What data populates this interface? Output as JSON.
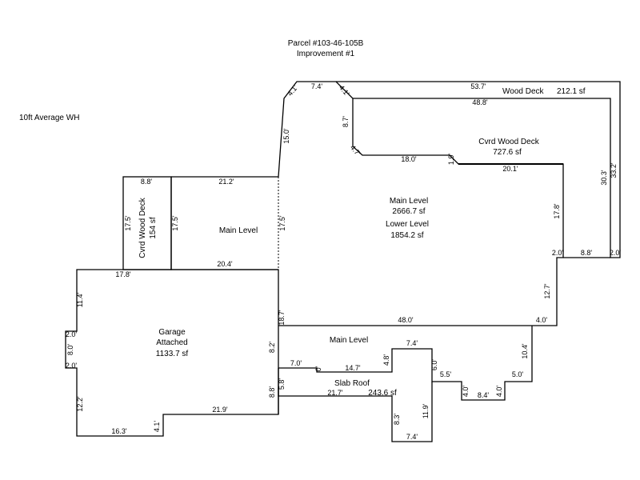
{
  "header": {
    "parcel": "Parcel #103-46-105B",
    "improvement": "Improvement #1"
  },
  "note": "10ft Average WH",
  "areas": {
    "wood_deck": {
      "name": "Wood Deck",
      "size": "212.1 sf"
    },
    "cvrd_wood_deck_right": {
      "name": "Cvrd Wood Deck",
      "size": "727.6 sf"
    },
    "main_level_center": {
      "line1": "Main Level",
      "line2": "2666.7 sf",
      "line3": "Lower Level",
      "line4": "1854.2 sf"
    },
    "cvrd_wood_deck_left": {
      "name": "Cvrd Wood Deck",
      "size": "154 sf"
    },
    "main_level_left": "Main Level",
    "garage": {
      "line1": "Garage",
      "line2": "Attached",
      "line3": "1133.7 sf"
    },
    "main_level_lower": "Main Level",
    "slab_roof": {
      "name": "Slab Roof",
      "size": "243.6 sf"
    }
  },
  "dimensions": {
    "d_7_4_top": "7.4'",
    "d_4_1_a": "4.1'",
    "d_4_1_b": "4.1'",
    "d_53_7": "53.7'",
    "d_48_8": "48.8'",
    "d_15_0": "15.0'",
    "d_8_7": "8.7'",
    "d_4_7": "4.7'",
    "d_18_0": "18.0'",
    "d_1_9": "1.9'",
    "d_20_1": "20.1'",
    "d_30_3": "30.3'",
    "d_33_2": "33.2'",
    "d_17_8_right": "17.8'",
    "d_2_0_a": "2.0'",
    "d_8_8_right": "8.8'",
    "d_2_0_b": "2.0'",
    "d_8_8_top": "8.8'",
    "d_21_2": "21.2'",
    "d_17_5_a": "17.5'",
    "d_17_5_b": "17.5'",
    "d_17_5_c": "17.5'",
    "d_20_4": "20.4'",
    "d_17_8_left": "17.8'",
    "d_11_4": "11.4'",
    "d_2_0_c": "2.0'",
    "d_8_0": "8.0'",
    "d_2_0_d": "2.0'",
    "d_18_7": "18.7'",
    "d_48_0": "48.0'",
    "d_12_7": "12.7'",
    "d_4_0_a": "4.0'",
    "d_8_2": "8.2'",
    "d_7_0": "7.0'",
    "d_0": "0'",
    "d_14_7": "14.7'",
    "d_4_8": "4.8'",
    "d_7_4_b": "7.4'",
    "d_6_0": "6.0'",
    "d_10_4": "10.4'",
    "d_5_5": "5.5'",
    "d_5_0": "5.0'",
    "d_4_0_b": "4.0'",
    "d_8_4": "8.4'",
    "d_4_0_c": "4.0'",
    "d_5_8": "5.8'",
    "d_8_8_left": "8.8'",
    "d_21_7": "21.7'",
    "d_12_2": "12.2'",
    "d_21_9": "21.9'",
    "d_16_3": "16.3'",
    "d_4_1_c": "4.1'",
    "d_8_3": "8.3'",
    "d_11_9": "11.9'",
    "d_7_4_c": "7.4'"
  }
}
